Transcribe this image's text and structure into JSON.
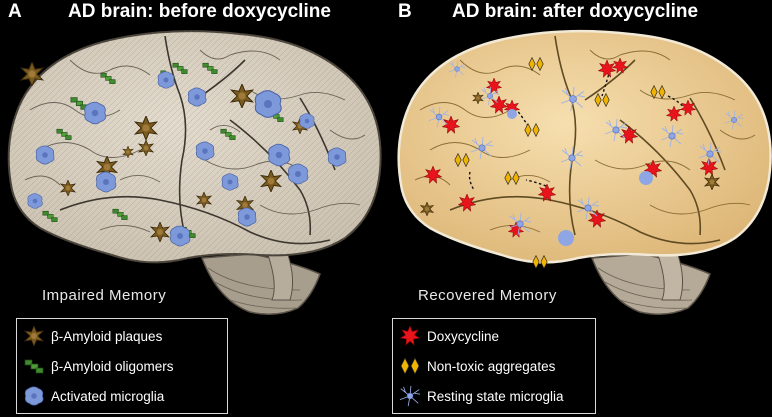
{
  "panel_a": {
    "letter": "A",
    "title": "AD brain: before doxycycline",
    "memory": "Impaired Memory",
    "legend": [
      {
        "label": "β-Amyloid plaques",
        "icon": "amyloid-plaque-icon"
      },
      {
        "label": "β-Amyloid oligomers",
        "icon": "amyloid-oligomer-icon"
      },
      {
        "label": "Activated microglia",
        "icon": "activated-microglia-icon"
      }
    ]
  },
  "panel_b": {
    "letter": "B",
    "title": "AD brain: after doxycycline",
    "memory": "Recovered Memory",
    "legend": [
      {
        "label": "Doxycycline",
        "icon": "doxycycline-icon"
      },
      {
        "label": "Non-toxic aggregates",
        "icon": "non-toxic-aggregate-icon"
      },
      {
        "label": "Resting state microglia",
        "icon": "resting-microglia-icon"
      }
    ]
  },
  "colors": {
    "brain_a": "#d9d0c1",
    "brain_b": "#e9c98f",
    "plaque": "#7a5a1e",
    "oligomer": "#3f8a2e",
    "microglia": "#7e99d9",
    "doxycycline": "#e8141c",
    "aggregate": "#f0b400"
  }
}
